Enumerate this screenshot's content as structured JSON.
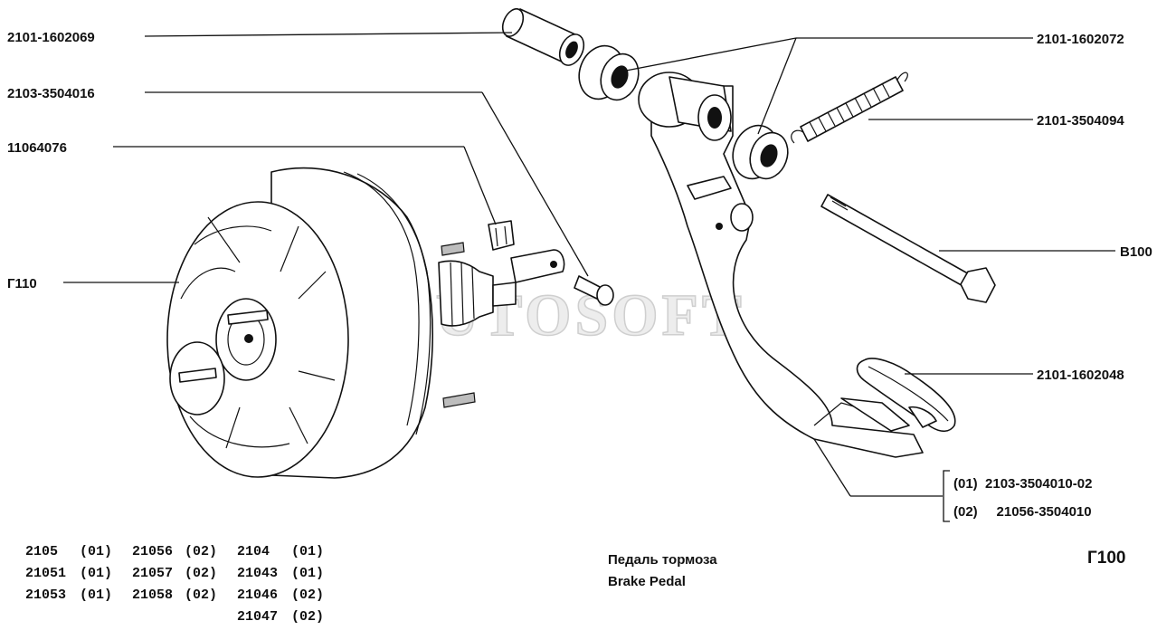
{
  "watermark": "AUTOSOFT",
  "callouts": {
    "bushing_sleeve": "2101-1602069",
    "bushing_pair": "2101-1602072",
    "pin": "2103-3504016",
    "spring": "2101-3504094",
    "clip": "11064076",
    "bolt": "B100",
    "booster": "Г110",
    "pedal_pad": "2101-1602048",
    "pedal_variant_01": "(01)  2103-3504010-02",
    "pedal_variant_02": "(02)     21056-3504010"
  },
  "applicability": {
    "col1": [
      {
        "model": "2105",
        "variant": "(01)"
      },
      {
        "model": "21051",
        "variant": "(01)"
      },
      {
        "model": "21053",
        "variant": "(01)"
      }
    ],
    "col2": [
      {
        "model": "21056",
        "variant": "(02)"
      },
      {
        "model": "21057",
        "variant": "(02)"
      },
      {
        "model": "21058",
        "variant": "(02)"
      }
    ],
    "col3": [
      {
        "model": "2104",
        "variant": "(01)"
      },
      {
        "model": "21043",
        "variant": "(01)"
      },
      {
        "model": "21046",
        "variant": "(02)"
      },
      {
        "model": "21047",
        "variant": "(02)"
      }
    ]
  },
  "caption": {
    "ru": "Педаль тормоза",
    "en": "Brake Pedal"
  },
  "figure_code": "Г100"
}
